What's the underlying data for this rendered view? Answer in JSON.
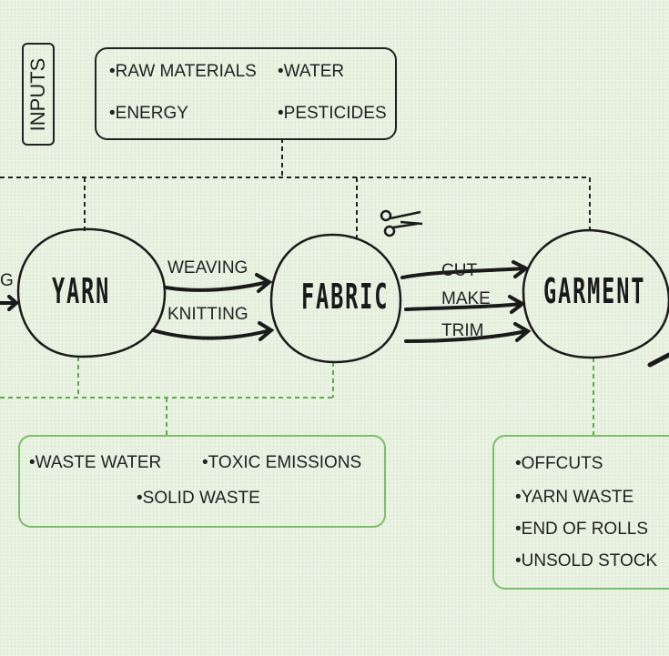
{
  "inputs": {
    "label": "INPUTS",
    "items": [
      "RAW MATERIALS",
      "WATER",
      "ENERGY",
      "PESTICIDES"
    ]
  },
  "nodes": {
    "prev_label_fragment": "G",
    "yarn": "YARN",
    "fabric": "FABRIC",
    "garment": "GARMENT"
  },
  "processes": {
    "yarn_to_fabric": [
      "WEAVING",
      "KNITTING"
    ],
    "fabric_to_garment": [
      "CUT",
      "MAKE",
      "TRIM"
    ]
  },
  "outputs_left": {
    "items": [
      "WASTE WATER",
      "TOXIC EMISSIONS",
      "SOLID WASTE"
    ]
  },
  "outputs_right": {
    "items": [
      "OFFCUTS",
      "YARN WASTE",
      "END OF ROLLS",
      "UNSOLD STOCK"
    ]
  },
  "icons": [
    "scissors-icon",
    "needle-icon"
  ],
  "colors": {
    "background": "#e8f1e0",
    "ink": "#1a1a1a",
    "output_border": "#7cbf6a"
  }
}
